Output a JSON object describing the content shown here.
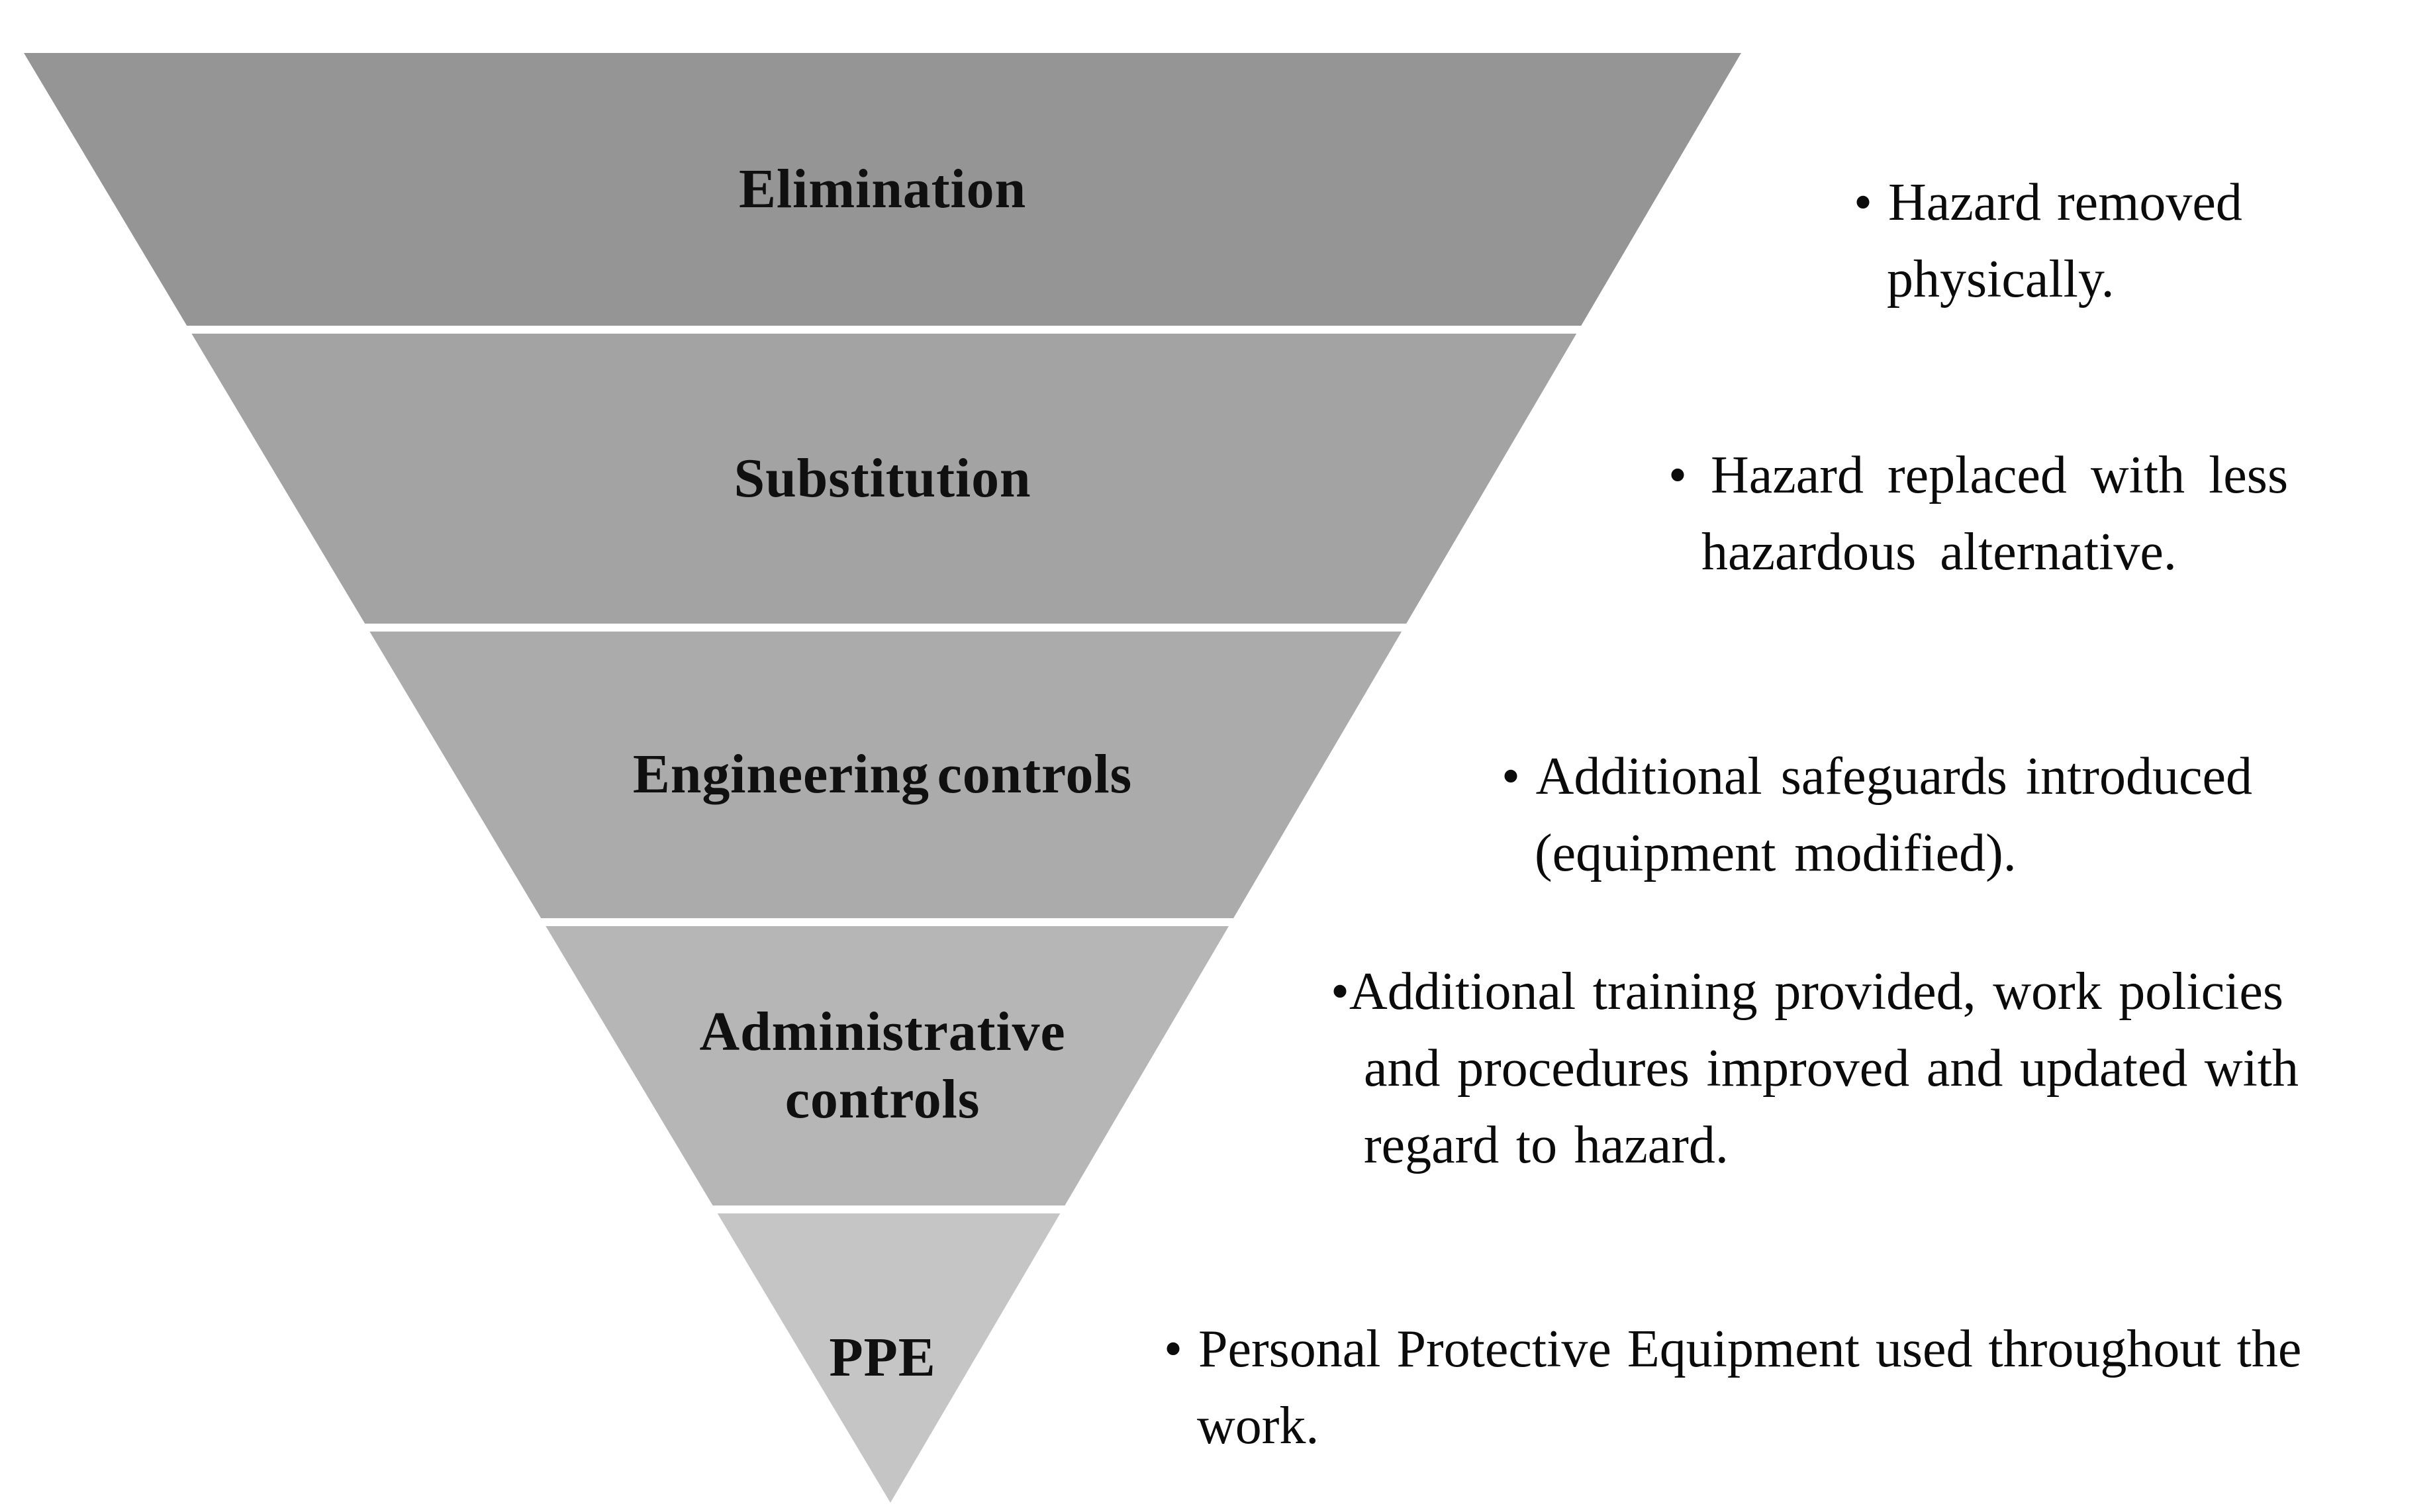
{
  "diagram": {
    "levels": [
      {
        "label": "Elimination",
        "color": "#959595"
      },
      {
        "label": "Substitution",
        "color": "#a3a3a3"
      },
      {
        "label": "Engineering controls",
        "color": "#ababab"
      },
      {
        "label": "Administrative controls",
        "color": "#b6b6b6"
      },
      {
        "label": "PPE",
        "color": "#c5c5c5"
      }
    ],
    "bullets": [
      {
        "lines": [
          "• Hazard removed",
          "physically."
        ]
      },
      {
        "lines": [
          "• Hazard replaced with less",
          "hazardous alternative."
        ]
      },
      {
        "lines": [
          "• Additional safeguards introduced",
          "(equipment modified)."
        ]
      },
      {
        "lines": [
          "•Additional training provided, work policies",
          "and procedures improved and updated with",
          "regard to hazard."
        ]
      },
      {
        "lines": [
          "• Personal Protective Equipment used throughout the",
          "work."
        ]
      }
    ]
  }
}
